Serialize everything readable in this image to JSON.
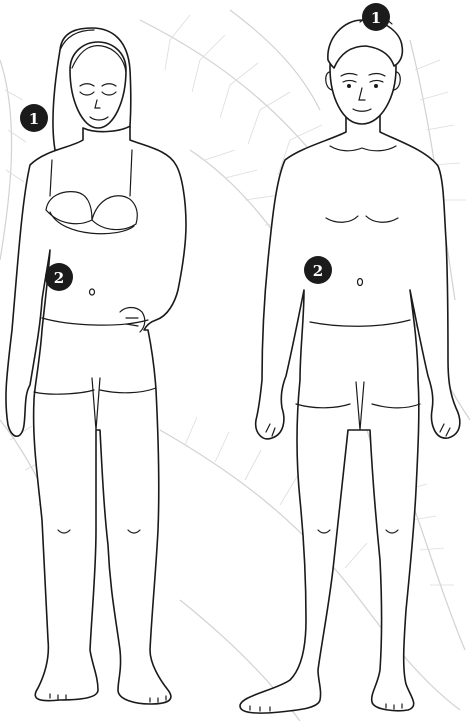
{
  "figure": {
    "background_pattern": "fern-leaf-sketch",
    "figures": [
      {
        "name": "female",
        "markers": [
          {
            "label": "1"
          },
          {
            "label": "2"
          }
        ]
      },
      {
        "name": "male",
        "markers": [
          {
            "label": "1"
          },
          {
            "label": "2"
          }
        ]
      }
    ],
    "colors": {
      "marker": "#1b1b1b",
      "marker_text": "#ffffff",
      "outline": "#1a1a1a",
      "background_leaves": "#d2d2d2"
    }
  }
}
